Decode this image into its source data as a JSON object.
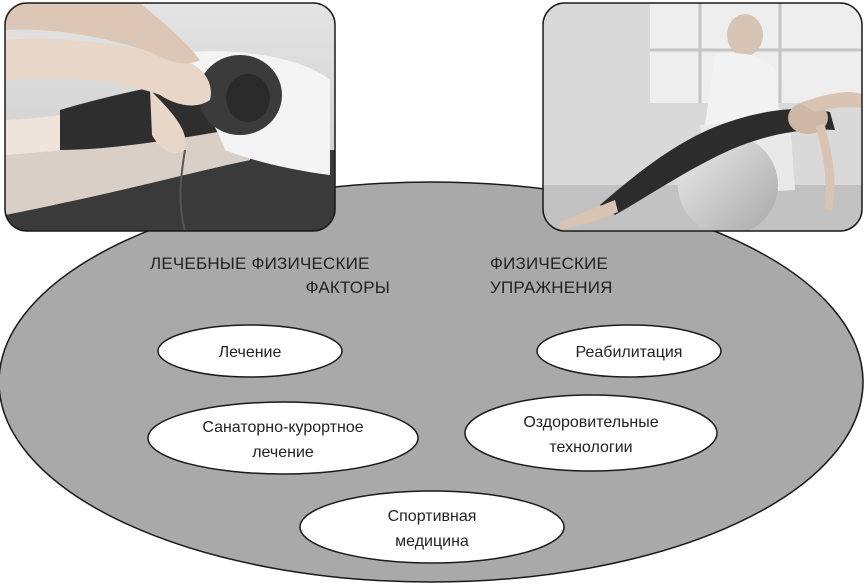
{
  "left_heading": {
    "line1": "ЛЕЧЕБНЫЕ ФИЗИЧЕСКИЕ",
    "line2": "ФАКТОРЫ"
  },
  "right_heading": {
    "line1": "ФИЗИЧЕСКИЕ",
    "line2": "УПРАЖНЕНИЯ"
  },
  "items": [
    {
      "line1": "Лечение",
      "line2": ""
    },
    {
      "line1": "Реабилитация",
      "line2": ""
    },
    {
      "line1": "Санаторно-курортное",
      "line2": "лечение"
    },
    {
      "line1": "Оздоровительные",
      "line2": "технологии"
    },
    {
      "line1": "Спортивная",
      "line2": "медицина"
    }
  ],
  "photos": [
    {
      "subject": "physiotherapy-electrotherapy-photo"
    },
    {
      "subject": "exercise-on-fitball-photo"
    }
  ],
  "colors": {
    "main_ellipse": "#a9a9a9",
    "item_fill": "#ffffff",
    "outline": "#1a1a1a",
    "photo_bg": "#cfcfcf"
  }
}
